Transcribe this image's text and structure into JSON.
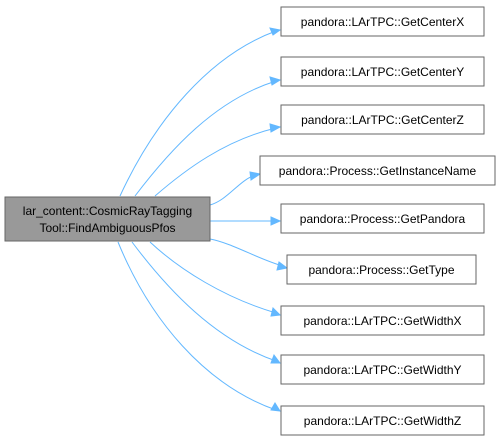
{
  "graph": {
    "root": {
      "line1": "lar_content::CosmicRayTagging",
      "line2": "Tool::FindAmbiguousPfos"
    },
    "callees": [
      {
        "label": "pandora::LArTPC::GetCenterX"
      },
      {
        "label": "pandora::LArTPC::GetCenterY"
      },
      {
        "label": "pandora::LArTPC::GetCenterZ"
      },
      {
        "label": "pandora::Process::GetInstanceName"
      },
      {
        "label": "pandora::Process::GetPandora"
      },
      {
        "label": "pandora::Process::GetType"
      },
      {
        "label": "pandora::LArTPC::GetWidthX"
      },
      {
        "label": "pandora::LArTPC::GetWidthY"
      },
      {
        "label": "pandora::LArTPC::GetWidthZ"
      }
    ],
    "colors": {
      "root_fill": "#999999",
      "node_border": "#666666",
      "edge": "#63b8ff"
    }
  }
}
